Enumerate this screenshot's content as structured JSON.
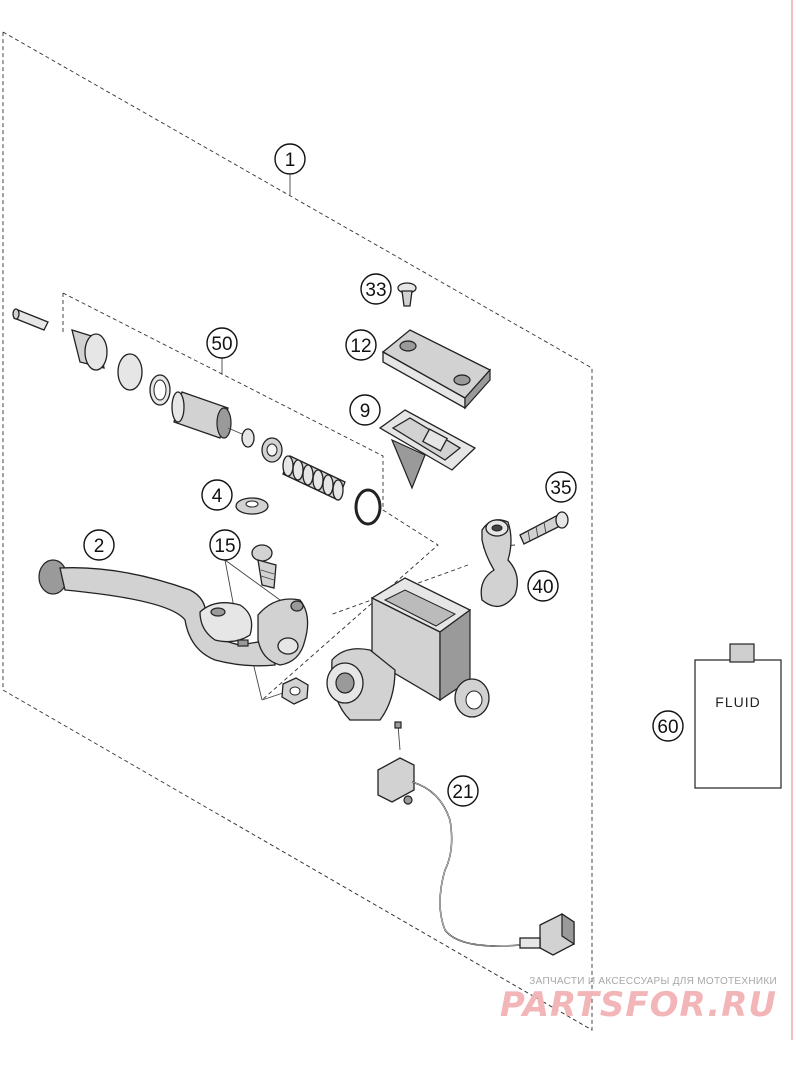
{
  "diagram": {
    "callouts": [
      {
        "id": "c1",
        "label": "1"
      },
      {
        "id": "c2",
        "label": "2"
      },
      {
        "id": "c4",
        "label": "4"
      },
      {
        "id": "c9",
        "label": "9"
      },
      {
        "id": "c12",
        "label": "12"
      },
      {
        "id": "c15",
        "label": "15"
      },
      {
        "id": "c21",
        "label": "21"
      },
      {
        "id": "c33",
        "label": "33"
      },
      {
        "id": "c35",
        "label": "35"
      },
      {
        "id": "c40",
        "label": "40"
      },
      {
        "id": "c50",
        "label": "50"
      },
      {
        "id": "c60",
        "label": "60"
      }
    ],
    "fluid_bottle_text": "FLUID"
  },
  "watermark": {
    "tagline": "ЗАПЧАСТИ И АКСЕССУАРЫ ДЛЯ МОТОТЕХНИКИ",
    "logo_text": "PARTSFOR.RU"
  },
  "colors": {
    "line": "#222222",
    "part_fill": "#d2d2d2",
    "watermark_logo": "#f2b5b8",
    "page_edge": "#e08080"
  }
}
